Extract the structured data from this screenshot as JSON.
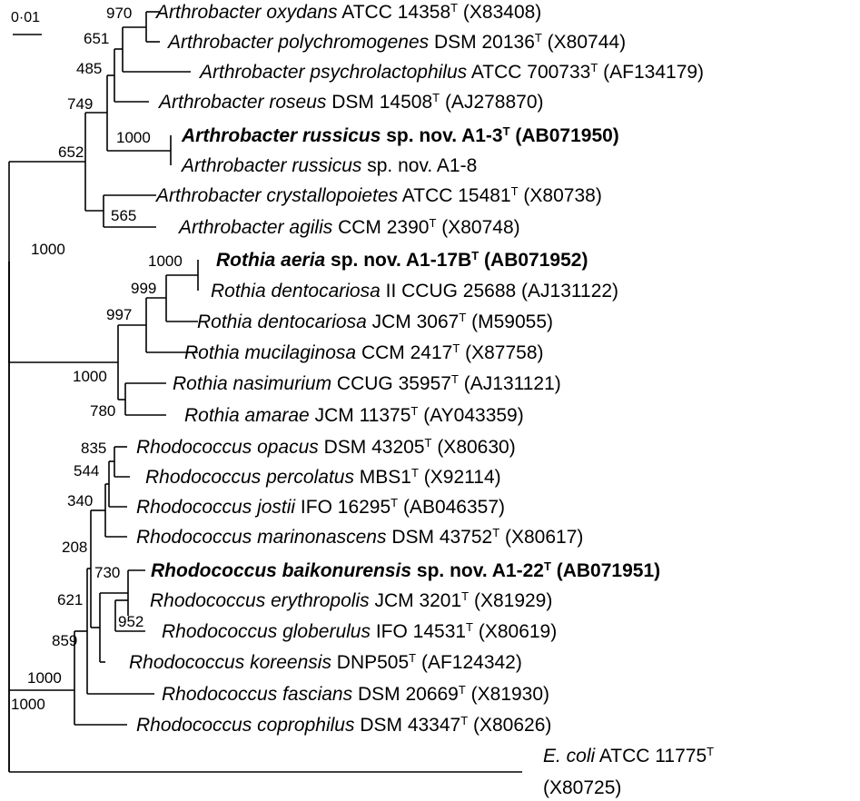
{
  "scale_bar": {
    "label": "0·01"
  },
  "taxa": [
    {
      "id": "t0",
      "genus": "Arthrobacter",
      "epithet": "oxydans",
      "tail": "ATCC 14358",
      "type": true,
      "acc": "(X83408)",
      "bold": false
    },
    {
      "id": "t1",
      "genus": "Arthrobacter",
      "epithet": "polychromogenes",
      "tail": "DSM 20136",
      "type": true,
      "acc": "(X80744)",
      "bold": false
    },
    {
      "id": "t2",
      "genus": "Arthrobacter",
      "epithet": "psychrolactophilus",
      "tail": "ATCC 700733",
      "type": true,
      "acc": "(AF134179)",
      "bold": false
    },
    {
      "id": "t3",
      "genus": "Arthrobacter",
      "epithet": "roseus",
      "tail": "DSM 14508",
      "type": true,
      "acc": "(AJ278870)",
      "bold": false
    },
    {
      "id": "t4",
      "genus": "Arthrobacter",
      "epithet": "russicus",
      "tail": "sp. nov. A1-3",
      "type": true,
      "acc": "(AB071950)",
      "bold": true
    },
    {
      "id": "t5",
      "genus": "Arthrobacter",
      "epithet": "russicus",
      "tail": "sp. nov. A1-8",
      "type": false,
      "acc": "",
      "bold": false
    },
    {
      "id": "t6",
      "genus": "Arthrobacter",
      "epithet": "crystallopoietes",
      "tail": "ATCC 15481",
      "type": true,
      "acc": "(X80738)",
      "bold": false
    },
    {
      "id": "t7",
      "genus": "Arthrobacter",
      "epithet": "agilis",
      "tail": "CCM 2390",
      "type": true,
      "acc": "(X80748)",
      "bold": false
    },
    {
      "id": "t8",
      "genus": "Rothia",
      "epithet": "aeria",
      "tail": "sp. nov. A1-17B",
      "type": true,
      "acc": "(AB071952)",
      "bold": true
    },
    {
      "id": "t9",
      "genus": "Rothia",
      "epithet": "dentocariosa",
      "tail": "II CCUG 25688",
      "type": false,
      "acc": "(AJ131122)",
      "bold": false
    },
    {
      "id": "t10",
      "genus": "Rothia",
      "epithet": "dentocariosa",
      "tail": "JCM 3067",
      "type": true,
      "acc": "(M59055)",
      "bold": false
    },
    {
      "id": "t11",
      "genus": "Rothia",
      "epithet": "mucilaginosa",
      "tail": "CCM 2417",
      "type": true,
      "acc": "(X87758)",
      "bold": false
    },
    {
      "id": "t12",
      "genus": "Rothia",
      "epithet": "nasimurium",
      "tail": "CCUG 35957",
      "type": true,
      "acc": "(AJ131121)",
      "bold": false
    },
    {
      "id": "t13",
      "genus": "Rothia",
      "epithet": "amarae",
      "tail": "JCM 11375",
      "type": true,
      "acc": "(AY043359)",
      "bold": false
    },
    {
      "id": "t14",
      "genus": "Rhodococcus",
      "epithet": "opacus",
      "tail": "DSM 43205",
      "type": true,
      "acc": "(X80630)",
      "bold": false
    },
    {
      "id": "t15",
      "genus": "Rhodococcus",
      "epithet": "percolatus",
      "tail": "MBS1",
      "type": true,
      "acc": "(X92114)",
      "bold": false
    },
    {
      "id": "t16",
      "genus": "Rhodococcus",
      "epithet": "jostii",
      "tail": "IFO 16295",
      "type": true,
      "acc": "(AB046357)",
      "bold": false
    },
    {
      "id": "t17",
      "genus": "Rhodococcus",
      "epithet": "marinonascens",
      "tail": "DSM 43752",
      "type": true,
      "acc": "(X80617)",
      "bold": false
    },
    {
      "id": "t18",
      "genus": "Rhodococcus",
      "epithet": "baikonurensis",
      "tail": "sp. nov. A1-22",
      "type": true,
      "acc": "(AB071951)",
      "bold": true
    },
    {
      "id": "t19",
      "genus": "Rhodococcus",
      "epithet": "erythropolis",
      "tail": "JCM 3201",
      "type": true,
      "acc": "(X81929)",
      "bold": false
    },
    {
      "id": "t20",
      "genus": "Rhodococcus",
      "epithet": "globerulus",
      "tail": "IFO 14531",
      "type": true,
      "acc": "(X80619)",
      "bold": false
    },
    {
      "id": "t21",
      "genus": "Rhodococcus",
      "epithet": "koreensis",
      "tail": "DNP505",
      "type": true,
      "acc": "(AF124342)",
      "bold": false
    },
    {
      "id": "t22",
      "genus": "Rhodococcus",
      "epithet": "fascians",
      "tail": "DSM 20669",
      "type": true,
      "acc": "(X81930)",
      "bold": false
    },
    {
      "id": "t23",
      "genus": "Rhodococcus",
      "epithet": "coprophilus",
      "tail": "DSM 43347",
      "type": true,
      "acc": "(X80626)",
      "bold": false
    },
    {
      "id": "t24",
      "genus": "E. coli",
      "epithet": "",
      "tail": "ATCC 11775",
      "type": true,
      "acc": "(X80725)",
      "bold": false
    }
  ],
  "bootstrap": {
    "n_oxy_poly": "970",
    "n_651": "651",
    "n_485": "485",
    "n_749": "749",
    "n_russicus": "1000",
    "n_652": "652",
    "n_cryst_agilis": "565",
    "n_arth_roth": "1000",
    "n_aeria": "1000",
    "n_999": "999",
    "n_997": "997",
    "n_roth": "1000",
    "n_nas_amar": "780",
    "n_835": "835",
    "n_544": "544",
    "n_340": "340",
    "n_208": "208",
    "n_730": "730",
    "n_ery_glob": "952",
    "n_621": "621",
    "n_859": "859",
    "n_rhodo": "1000",
    "n_root": "1000"
  }
}
